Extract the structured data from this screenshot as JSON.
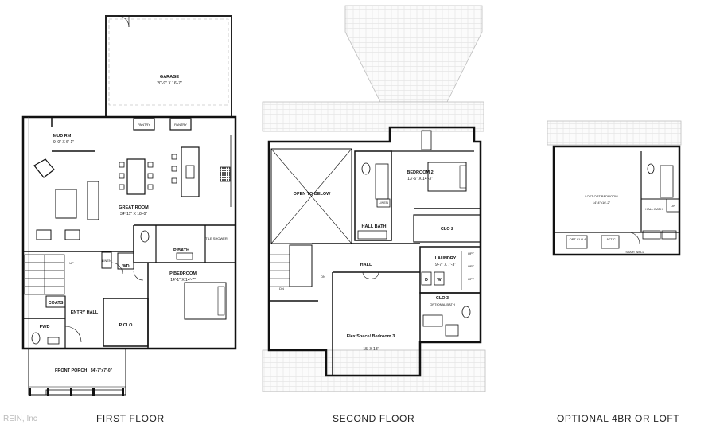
{
  "watermark": "REIN, Inc",
  "floors": {
    "first": {
      "caption": "FIRST FLOOR",
      "rooms": {
        "garage": "GARAGE",
        "garage_dim": "20'-9\" X 16'-7\"",
        "pantry": "PANTRY",
        "mudroom": "MUD RM",
        "mudroom_dim": "9'-0\" X 6'-1\"",
        "great_room": "GREAT ROOM",
        "great_room_dim": "34'-11\" X 18'-0\"",
        "p_bath": "P BATH",
        "tile_shower": "TILE SHOWER",
        "p_bedroom": "P BEDROOM",
        "p_bedroom_dim": "14'-1\" X 14'-7\"",
        "linen": "LINEN",
        "wd": "WD",
        "up": "UP",
        "coats": "COATS",
        "entry_hall": "ENTRY HALL",
        "pwd": "PWD",
        "p_clo": "P CLO",
        "front_porch": "FRONT PORCH",
        "front_porch_dim": "34'-7\"x7'-0\""
      }
    },
    "second": {
      "caption": "SECOND FLOOR",
      "rooms": {
        "open_to_below": "OPEN TO BELOW",
        "bedroom2": "BEDROOM 2",
        "bedroom2_dim": "13'-6\" X 14'-3\"",
        "linen": "LINEN",
        "hall_bath": "HALL BATH",
        "clo2": "CLO 2",
        "hall": "HALL",
        "dn": "DN",
        "laundry": "LAUNDRY",
        "laundry_dim": "9'-7\" X 7'-3\"",
        "opt": "OPT",
        "d": "D",
        "w": "W",
        "clo3": "CLO 3",
        "optional_bath": "OPTIONAL BATH",
        "flex": "Flex Space/ Bedroom 3",
        "flex_dim": "15' X 18'"
      }
    },
    "optional": {
      "caption": "OPTIONAL 4BR OR LOFT",
      "rooms": {
        "loft": "LOFT OPT BEDROOM",
        "loft_dim": "14'-4\"x16'-2\"",
        "hall_bath": "HALL BATH",
        "lin": "LIN",
        "opt_clo": "OPT CLO 4",
        "attic": "ATTIC",
        "stair_wall": "STAIR WALL"
      }
    }
  }
}
